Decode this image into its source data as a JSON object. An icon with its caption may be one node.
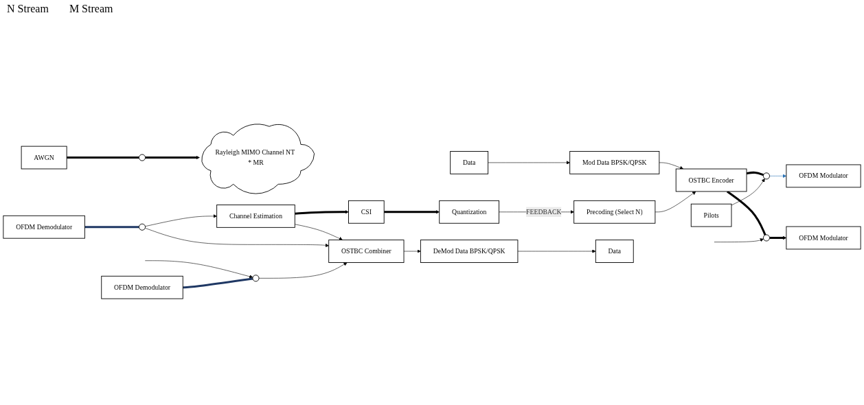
{
  "diagram": {
    "nodes": [
      {
        "text": [
          "Data"
        ]
      },
      {
        "text": [
          "Mod Data BPSK/QPSK"
        ]
      },
      {
        "text": [
          "OSTBC Encoder"
        ]
      },
      {
        "text": [
          "Pilots"
        ]
      },
      {
        "text": [],
        "shape": "circle"
      },
      {
        "text": [],
        "shape": "circle"
      },
      {
        "text": [
          "OFDM Modulator"
        ]
      },
      {
        "text": [
          "OFDM Modulator"
        ]
      },
      {
        "text": [
          "Precoding (Select N)"
        ]
      },
      {
        "text": [
          "AWGN"
        ]
      },
      {
        "text": [],
        "shape": "circle"
      },
      {
        "text": [
          "Rayleigh MIMO Channel NT * MR"
        ]
      },
      {
        "text": [
          "Quantization"
        ]
      },
      {
        "text": [
          "CSI"
        ]
      },
      {
        "text": [
          "Channel Estimation"
        ]
      },
      {
        "text": [
          "OSTBC Combiner"
        ]
      },
      {
        "text": [
          "DeMod Data BPSK/QPSK"
        ]
      },
      {
        "text": [
          "Data"
        ]
      },
      {
        "text": [],
        "shape": "circle"
      },
      {
        "text": [],
        "shape": "circle"
      },
      {
        "text": [
          "OFDM Demodulator"
        ]
      },
      {
        "text": [
          "OFDM Demodulator"
        ]
      }
    ],
    "edges": [
      {
        "from": 0,
        "to": 1,
        "arrow": "to"
      },
      {
        "from": 1,
        "to": 2,
        "arrow": "to"
      },
      {
        "from": 2,
        "to": 4,
        "arrow": "none",
        "style": "thick"
      },
      {
        "from": 3,
        "to": 4,
        "arrow": "to"
      },
      {
        "from": 4,
        "to": 6,
        "arrow": "to",
        "color": "#2e75b6"
      },
      {
        "from": 2,
        "to": 5,
        "arrow": "none",
        "style": "thick"
      },
      {
        "from": null,
        "to": 5,
        "arrow": "to"
      },
      {
        "from": 5,
        "to": 7,
        "arrow": "to",
        "style": "thick"
      },
      {
        "from": 8,
        "to": 2,
        "arrow": "to"
      },
      {
        "from": 12,
        "to": 8,
        "label": "FEEDBACK",
        "arrow": "to"
      },
      {
        "from": 9,
        "to": 10,
        "arrow": "none",
        "style": "thick"
      },
      {
        "from": 10,
        "to": 11,
        "arrow": "to",
        "style": "thick"
      },
      {
        "from": 13,
        "to": 12,
        "arrow": "to",
        "style": "thick"
      },
      {
        "from": 14,
        "to": 13,
        "arrow": "to",
        "style": "thick"
      },
      {
        "from": 14,
        "to": 15,
        "arrow": "to"
      },
      {
        "from": 18,
        "to": 14,
        "arrow": "to"
      },
      {
        "from": 20,
        "to": 18,
        "arrow": "none",
        "style": "thick",
        "color": "#1f3864"
      },
      {
        "from": 18,
        "to": 15,
        "arrow": "to"
      },
      {
        "from": null,
        "to": 19,
        "arrow": "to"
      },
      {
        "from": 21,
        "to": 19,
        "arrow": "none",
        "style": "thick",
        "color": "#1f3864"
      },
      {
        "from": 19,
        "to": 15,
        "arrow": "to"
      },
      {
        "from": 15,
        "to": 16,
        "arrow": "to"
      },
      {
        "from": 16,
        "to": 17,
        "arrow": "to"
      }
    ],
    "labels": [
      "N Stream",
      "M Stream"
    ]
  }
}
